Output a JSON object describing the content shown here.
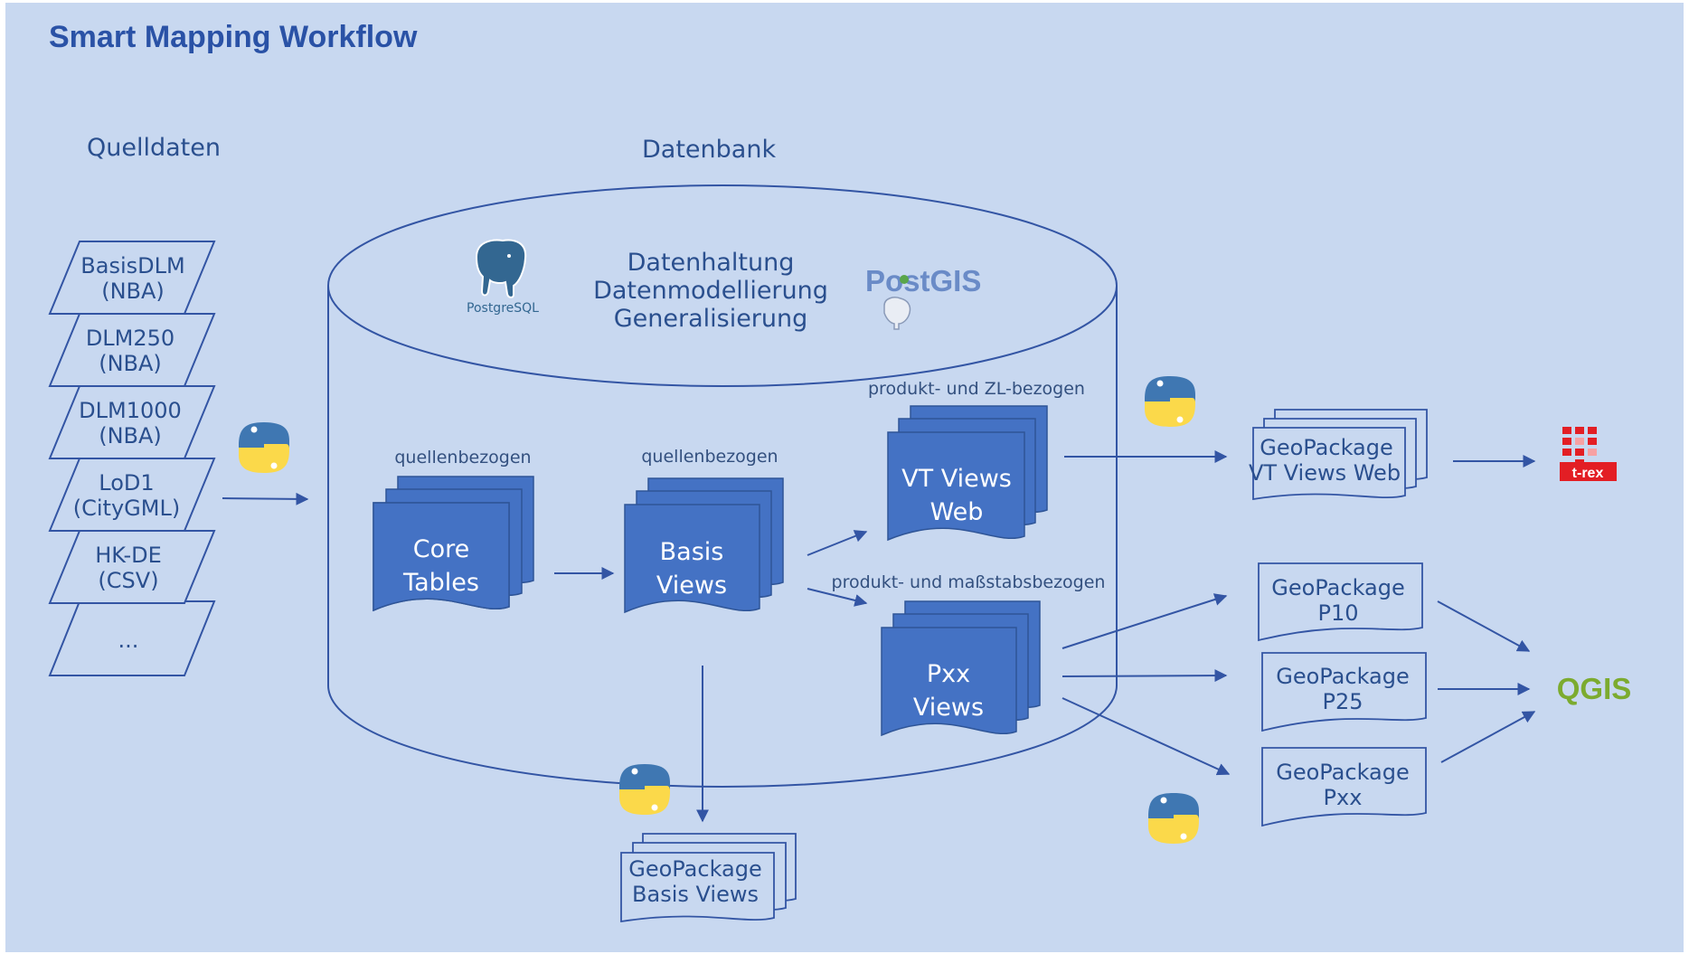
{
  "title": "Smart Mapping Workflow",
  "headers": {
    "source": "Quelldaten",
    "database": "Datenbank"
  },
  "source_layers": [
    [
      "BasisDLM",
      "(NBA)"
    ],
    [
      "DLM250",
      "(NBA)"
    ],
    [
      "DLM1000",
      "(NBA)"
    ],
    [
      "LoD1",
      "(CityGML)"
    ],
    [
      "HK-DE",
      "(CSV)"
    ],
    [
      "..."
    ]
  ],
  "database": {
    "functions": [
      "Datenhaltung",
      "Datenmodellierung",
      "Generalisierung"
    ],
    "postgresql_logo": "PostgreSQL",
    "postgis_logo": "PostGIS",
    "core_tables": {
      "caption": "quellenbezogen",
      "lines": [
        "Core",
        "Tables"
      ]
    },
    "basis_views": {
      "caption": "quellenbezogen",
      "lines": [
        "Basis",
        "Views"
      ]
    },
    "vt_views": {
      "caption": "produkt- und ZL-bezogen",
      "lines": [
        "VT Views",
        "Web"
      ]
    },
    "pxx_views": {
      "caption": "produkt- und maßstabsbezogen",
      "lines": [
        "Pxx",
        "Views"
      ]
    }
  },
  "outputs": {
    "basis": [
      "GeoPackage",
      "Basis Views"
    ],
    "vt": [
      "GeoPackage",
      "VT Views Web"
    ],
    "p10": [
      "GeoPackage",
      "P10"
    ],
    "p25": [
      "GeoPackage",
      "P25"
    ],
    "pxx": [
      "GeoPackage",
      "Pxx"
    ]
  },
  "tools": {
    "trex": "t-rex",
    "qgis": "QGIS"
  },
  "icons": [
    "python-icon",
    "postgresql-elephant-icon",
    "postgis-elephant-icon",
    "trex-icon",
    "qgis-logo"
  ],
  "colors": {
    "background": "#c8d8f0",
    "accent": "#4472c4",
    "line": "#3355a4",
    "title": "#2a52a6",
    "qgis": "#7cab2f",
    "trex": "#e31e24",
    "python_blue": "#3f77b2",
    "python_yellow": "#fbd94a"
  }
}
